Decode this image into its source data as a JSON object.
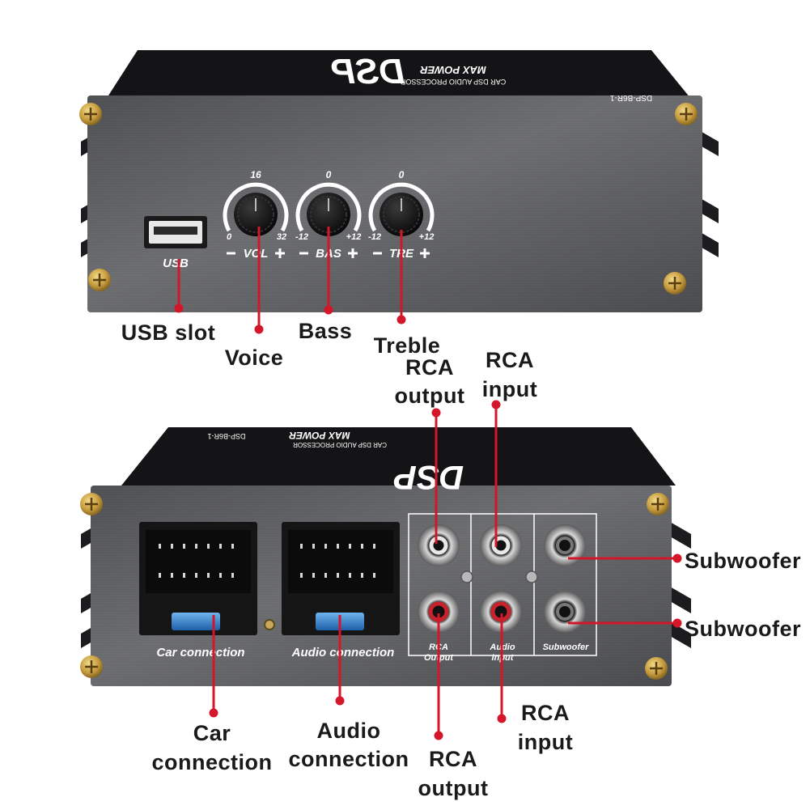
{
  "top_unit": {
    "brand": "DSP",
    "brand_subtitle": "MAX POWER",
    "brand_tagline": "CAR DSP AUDIO PROCESSOR",
    "model": "DSP-B6R-1",
    "usb_label": "USB",
    "knobs": [
      {
        "top": "16",
        "min": "0",
        "max": "32",
        "label": "VOL"
      },
      {
        "top": "0",
        "min": "-12",
        "max": "+12",
        "label": "BAS"
      },
      {
        "top": "0",
        "min": "-12",
        "max": "+12",
        "label": "TRE"
      }
    ]
  },
  "bottom_unit": {
    "brand": "DSP",
    "brand_subtitle": "MAX POWER",
    "brand_tagline": "CAR DSP AUDIO PROCESSOR",
    "model": "DSP-B6R-1",
    "car_connection_label": "Car connection",
    "audio_connection_label": "Audio connection",
    "rca_output_label_1": "RCA",
    "rca_output_label_2": "Output",
    "audio_input_label_1": "Audio",
    "audio_input_label_2": "Input",
    "subwoofer_label": "Subwoofer"
  },
  "callouts": {
    "usb_slot": "USB slot",
    "voice": "Voice",
    "bass": "Bass",
    "treble": "Treble",
    "rca_output_top_1": "RCA",
    "rca_output_top_2": "output",
    "rca_input_top_1": "RCA",
    "rca_input_top_2": "input",
    "subwoofer_1": "Subwoofer",
    "subwoofer_2": "Subwoofer",
    "car_connection_1": "Car",
    "car_connection_2": "connection",
    "audio_connection_1": "Audio",
    "audio_connection_2": "connection",
    "rca_output_bottom_1": "RCA",
    "rca_output_bottom_2": "output",
    "rca_input_bottom_1": "RCA",
    "rca_input_bottom_2": "input"
  },
  "colors": {
    "leader_line": "#d3162a",
    "panel": "#5f6063",
    "case_top": "#141416",
    "text_dark": "#1a1a1a"
  }
}
